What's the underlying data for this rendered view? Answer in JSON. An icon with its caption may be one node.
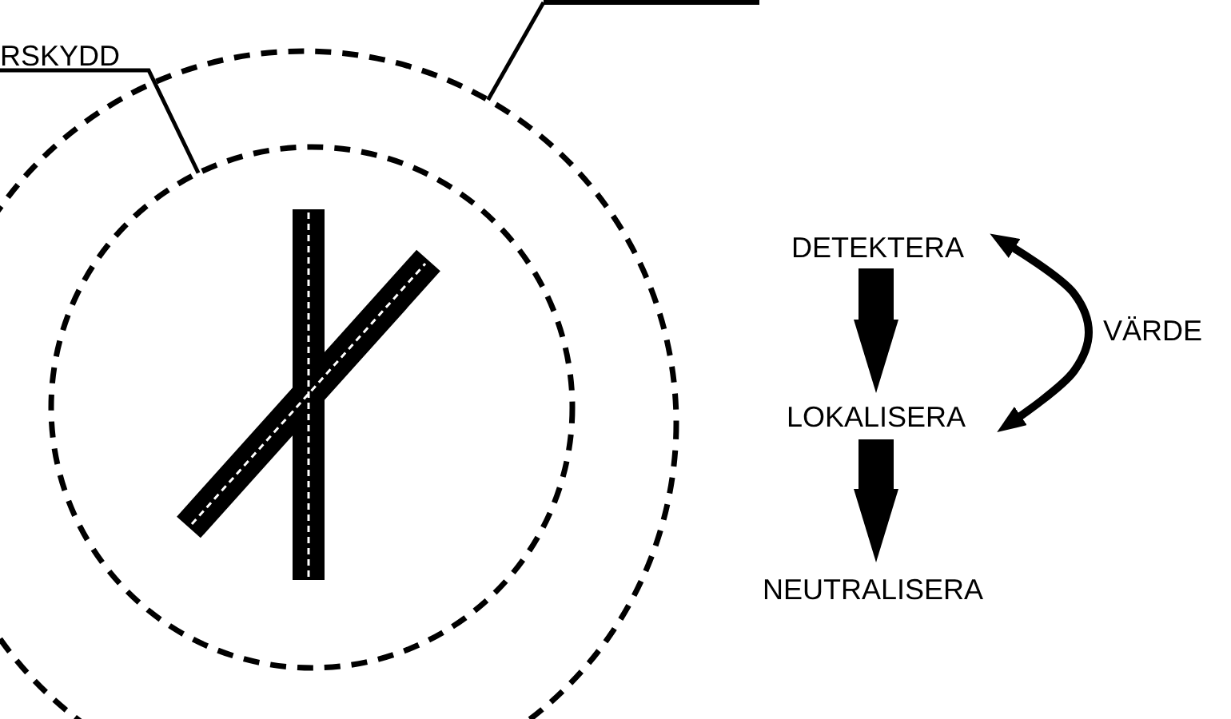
{
  "diagram": {
    "nodes": [
      {
        "text": [
          "RSKYDD"
        ]
      },
      {
        "text": [],
        "shape": "bar"
      },
      {
        "text": [],
        "shape": "circle"
      },
      {
        "text": [],
        "shape": "circle",
        "in": 2
      },
      {
        "text": [
          "DETEKTERA"
        ]
      },
      {
        "text": [
          "LOKALISERA"
        ]
      },
      {
        "text": [
          "NEUTRALISERA"
        ]
      }
    ],
    "edges": [
      {
        "from": 0,
        "to": 3,
        "arrow": "none"
      },
      {
        "from": 1,
        "to": 2,
        "arrow": "none"
      },
      {
        "from": 4,
        "to": 5,
        "arrow": "to",
        "style": "thick"
      },
      {
        "from": 5,
        "to": 6,
        "arrow": "to",
        "style": "thick"
      },
      {
        "from": 5,
        "to": 4,
        "arrow": "both",
        "label": "VÄRDE"
      }
    ]
  }
}
